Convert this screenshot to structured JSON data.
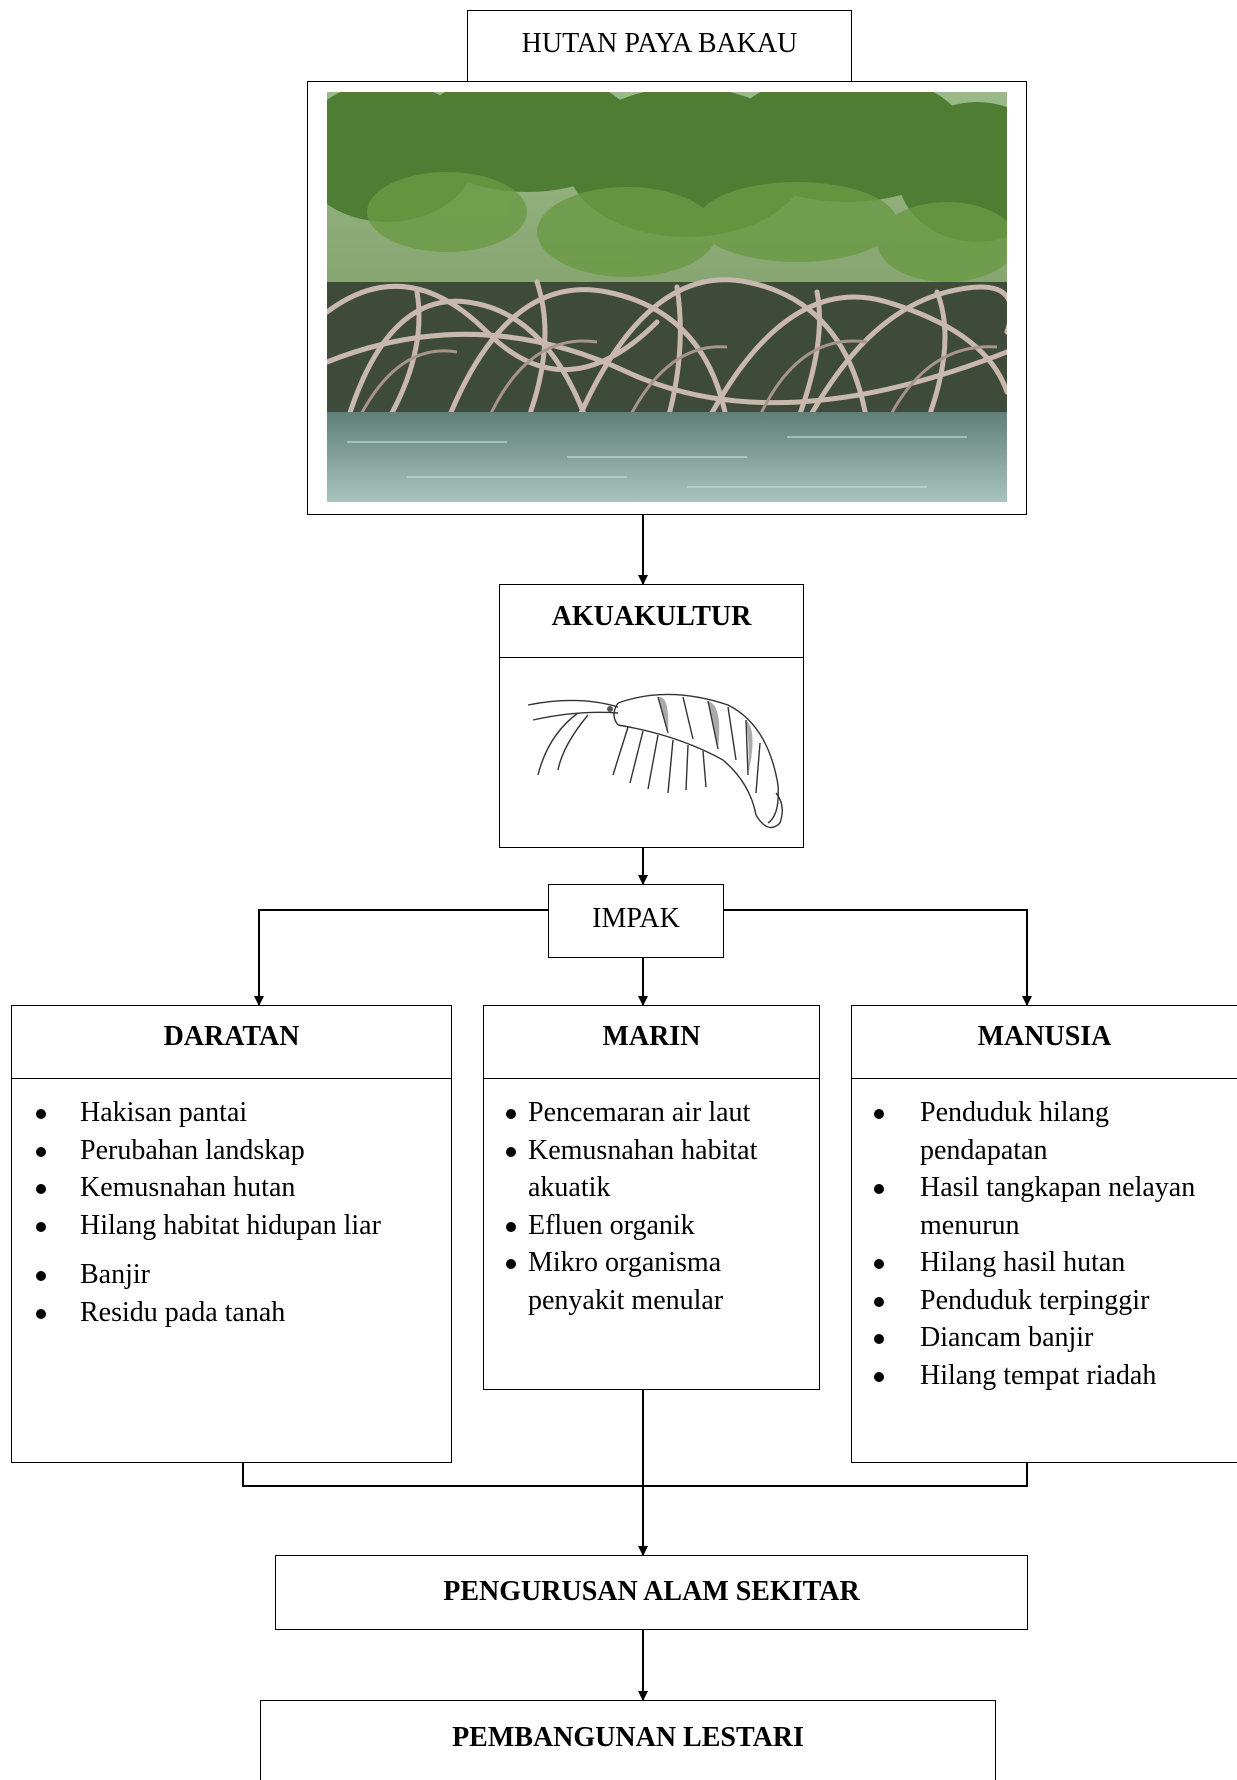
{
  "title_box": {
    "label": "HUTAN PAYA BAKAU"
  },
  "photo": {
    "subject": "mangrove-forest-photo"
  },
  "aquaculture": {
    "label": "AKUAKULTUR",
    "illustration": "shrimp-illustration"
  },
  "impact": {
    "label": "IMPAK"
  },
  "land": {
    "title": "DARATAN",
    "items": [
      "Hakisan pantai",
      "Perubahan landskap",
      "Kemusnahan hutan",
      "Hilang habitat hidupan liar",
      "Banjir",
      "Residu pada tanah"
    ]
  },
  "marine": {
    "title": "MARIN",
    "items": [
      "Pencemaran air laut",
      "Kemusnahan habitat akuatik",
      "Efluen organik",
      "Mikro organisma penyakit menular"
    ]
  },
  "human": {
    "title": "MANUSIA",
    "items": [
      "Penduduk hilang pendapatan",
      "Hasil tangkapan nelayan menurun",
      "Hilang hasil hutan",
      "Penduduk terpinggir",
      "Diancam banjir",
      "Hilang tempat riadah"
    ]
  },
  "management": {
    "label": "PENGURUSAN ALAM SEKITAR"
  },
  "sustainable": {
    "label": "PEMBANGUNAN LESTARI"
  },
  "colors": {
    "line": "#000000",
    "water": "#8fb0a8",
    "foliage": "#5c8a3c"
  }
}
